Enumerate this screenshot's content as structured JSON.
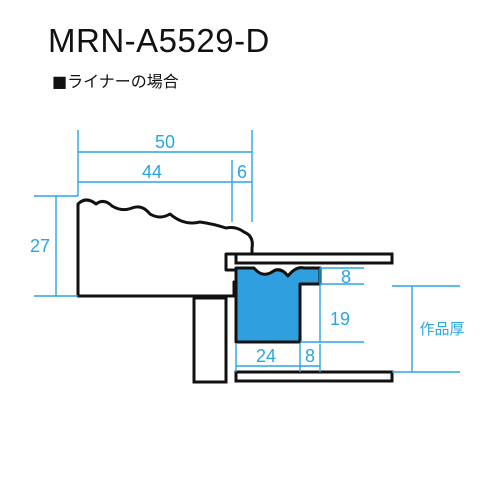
{
  "header": {
    "title": "MRN-A5529-D",
    "subtitle": "■ライナーの場合"
  },
  "dimensions": {
    "total_width": "50",
    "width_main": "44",
    "width_lip": "6",
    "height": "27",
    "liner_top": "8",
    "liner_height": "19",
    "liner_width": "24",
    "liner_bottom": "8",
    "artwork_depth": "作品厚"
  },
  "colors": {
    "line": "#111111",
    "dimension": "#2aa6df",
    "liner_fill": "#2f9fe0"
  }
}
